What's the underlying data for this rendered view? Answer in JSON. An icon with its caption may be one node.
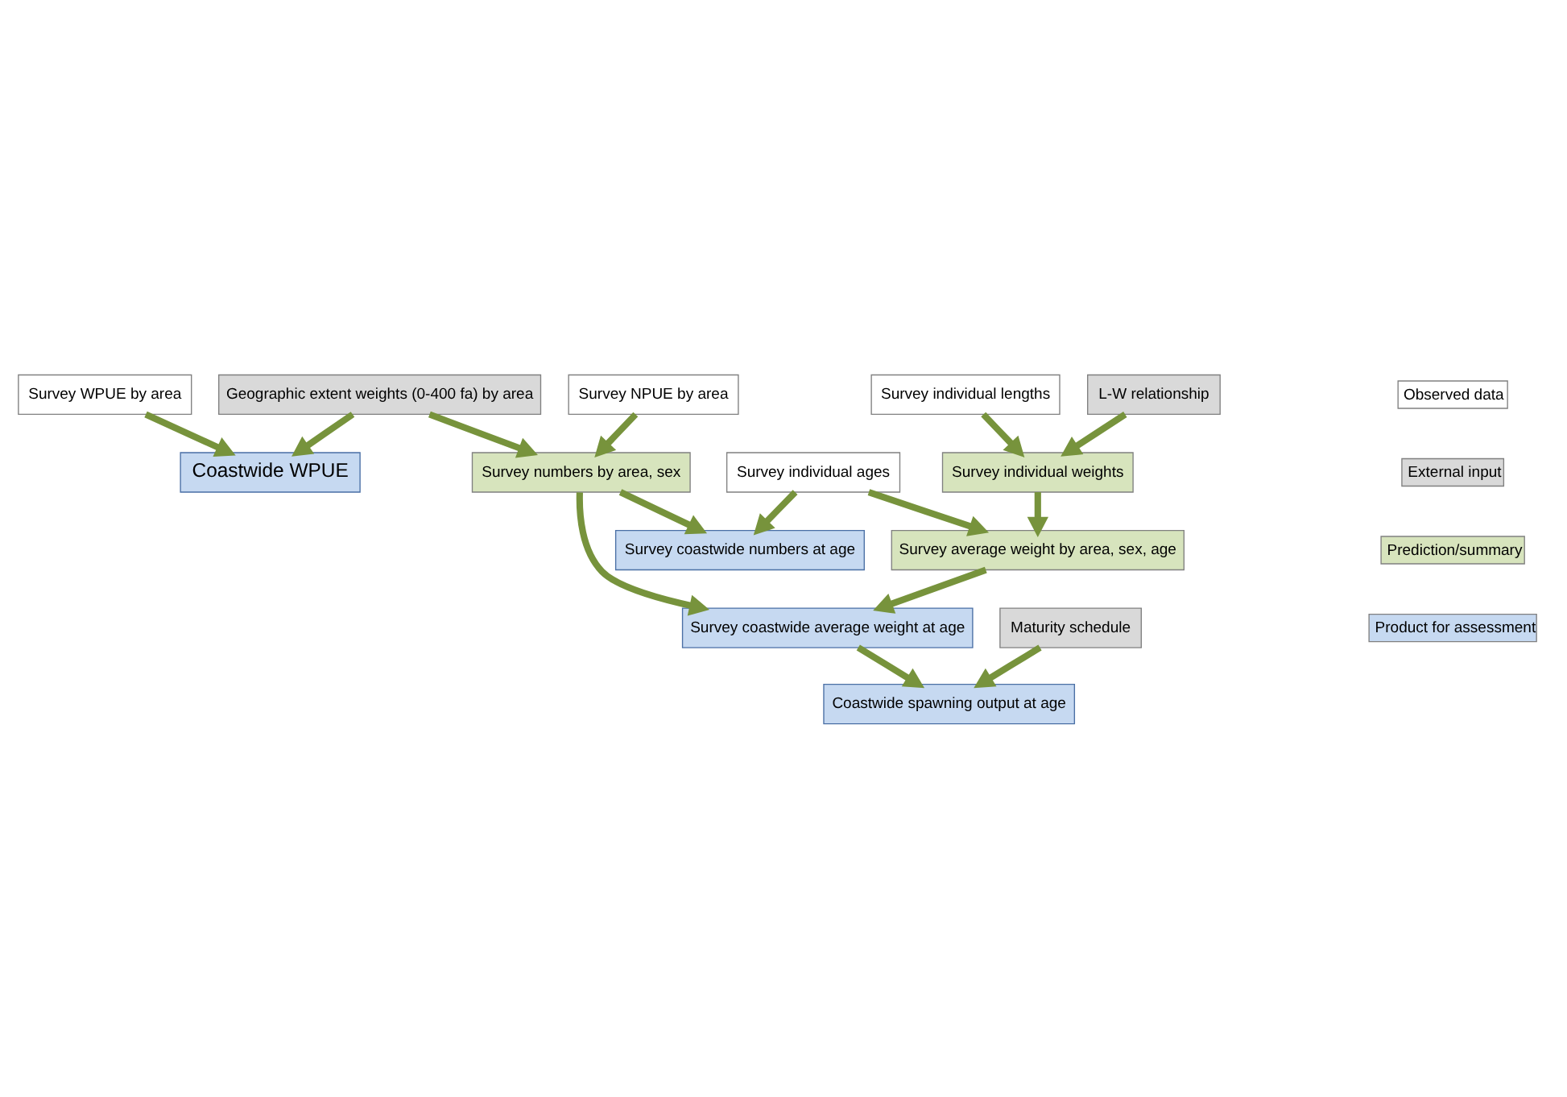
{
  "diagram": {
    "nodes": [
      {
        "text": [
          "Survey WPUE by area"
        ]
      },
      {
        "text": [
          "Geographic extent weights (0-400 fa) by area"
        ]
      },
      {
        "text": [
          "Survey individual lengths"
        ]
      },
      {
        "text": [
          "L-W relationship"
        ]
      },
      {
        "text": [
          "Coastwide WPUE"
        ]
      },
      {
        "text": [
          "Survey NPUE by area"
        ]
      },
      {
        "text": [
          "Survey individual weights"
        ]
      },
      {
        "text": [
          "Survey individual ages"
        ]
      },
      {
        "text": [
          "Survey numbers by area, sex"
        ]
      },
      {
        "text": [
          "Survey average weight by area, sex, age"
        ]
      },
      {
        "text": [
          "Maturity schedule"
        ]
      },
      {
        "text": [
          "Survey coastwide numbers at age"
        ]
      },
      {
        "text": [
          "Survey coastwide average weight at age"
        ]
      },
      {
        "text": [
          "Coastwide spawning output at age"
        ]
      }
    ],
    "edges": [
      {
        "from": 0,
        "to": 4,
        "arrow": "to"
      },
      {
        "from": 1,
        "to": 4,
        "arrow": "to"
      },
      {
        "from": 1,
        "to": 8,
        "arrow": "to"
      },
      {
        "from": 5,
        "to": 8,
        "arrow": "to"
      },
      {
        "from": 2,
        "to": 6,
        "arrow": "to"
      },
      {
        "from": 3,
        "to": 6,
        "arrow": "to"
      },
      {
        "from": 6,
        "to": 9,
        "arrow": "to"
      },
      {
        "from": 7,
        "to": 9,
        "arrow": "to"
      },
      {
        "from": 8,
        "to": 11,
        "arrow": "to"
      },
      {
        "from": 8,
        "to": 12,
        "arrow": "to"
      },
      {
        "from": 9,
        "to": 12,
        "arrow": "to"
      },
      {
        "from": 12,
        "to": 13,
        "arrow": "to"
      },
      {
        "from": 10,
        "to": 13,
        "arrow": "to"
      },
      {
        "from": 7,
        "to": 11,
        "arrow": "to"
      }
    ],
    "legend": [
      {
        "text": "Observed data",
        "color": "#ffffff"
      },
      {
        "text": "External input",
        "color": "#d9d9d9"
      },
      {
        "text": "Prediction/summary",
        "color": "#d7e4bd"
      },
      {
        "text": "Product for assessment",
        "color": "#c6d9f1"
      }
    ]
  }
}
